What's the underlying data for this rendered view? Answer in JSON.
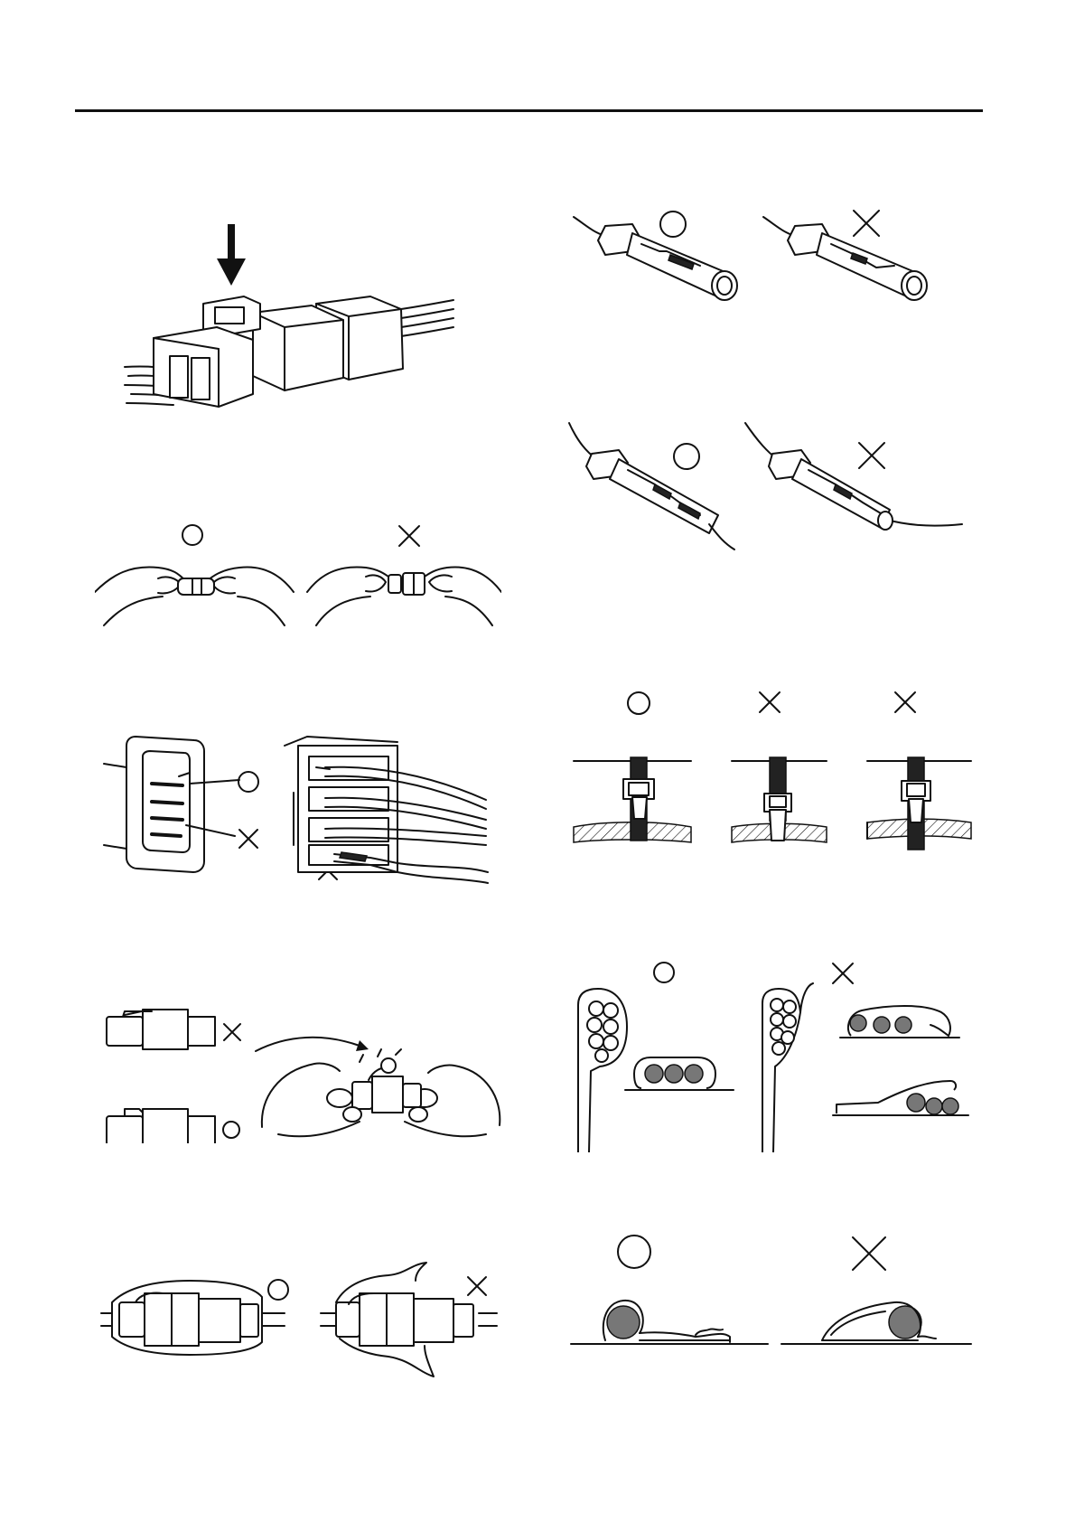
{
  "page": {
    "background": "#ffffff",
    "ink": "#111111"
  },
  "marks": {
    "ok_symbol": "circle-mark",
    "ng_symbol": "cross-mark"
  },
  "figures": [
    {
      "id": "fig-1",
      "subject": "coupler-lock-press",
      "marks": [
        "arrow-down-icon"
      ]
    },
    {
      "id": "fig-2",
      "subject": "terminal-sleeve",
      "marks": [
        "circle-mark",
        "cross-mark"
      ]
    },
    {
      "id": "fig-3",
      "subject": "terminal-sleeve-crimp",
      "marks": [
        "circle-mark",
        "cross-mark"
      ]
    },
    {
      "id": "fig-4",
      "subject": "hand-coupling",
      "marks": [
        "circle-mark",
        "cross-mark"
      ]
    },
    {
      "id": "fig-5",
      "subject": "connector-terminals",
      "marks": [
        "circle-mark",
        "cross-mark",
        "circle-mark",
        "cross-mark"
      ]
    },
    {
      "id": "fig-6",
      "subject": "band-clamp",
      "marks": [
        "circle-mark",
        "cross-mark",
        "cross-mark"
      ]
    },
    {
      "id": "fig-7",
      "subject": "connector-lock-engage",
      "marks": [
        "cross-mark",
        "circle-mark"
      ]
    },
    {
      "id": "fig-8",
      "subject": "harness-clip",
      "marks": [
        "circle-mark",
        "cross-mark"
      ]
    },
    {
      "id": "fig-9",
      "subject": "boot-cover",
      "marks": [
        "circle-mark",
        "cross-mark"
      ]
    },
    {
      "id": "fig-10",
      "subject": "clamp-bend",
      "marks": [
        "circle-mark",
        "cross-mark"
      ]
    }
  ]
}
